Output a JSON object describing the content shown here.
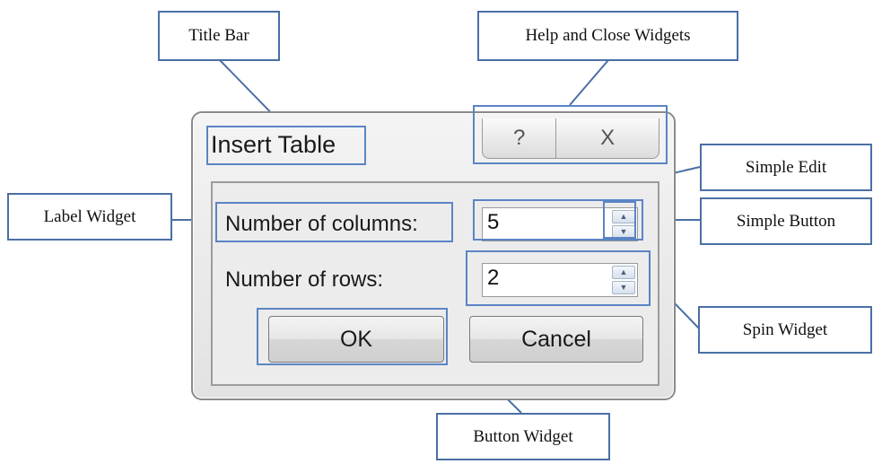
{
  "dialog": {
    "title": "Insert Table",
    "help_glyph": "?",
    "close_glyph": "X",
    "columns_label": "Number of columns:",
    "rows_label": "Number of rows:",
    "columns_value": "5",
    "rows_value": "2",
    "ok_label": "OK",
    "cancel_label": "Cancel",
    "up_glyph": "▲",
    "down_glyph": "▼"
  },
  "callouts": {
    "title_bar": "Title Bar",
    "help_close": "Help and Close Widgets",
    "simple_edit": "Simple Edit",
    "label_widget": "Label Widget",
    "simple_button": "Simple Button",
    "spin_widget": "Spin Widget",
    "button_widget": "Button Widget"
  },
  "colors": {
    "callout_border": "#4a6fa5",
    "highlight_border": "#5b84c4"
  }
}
